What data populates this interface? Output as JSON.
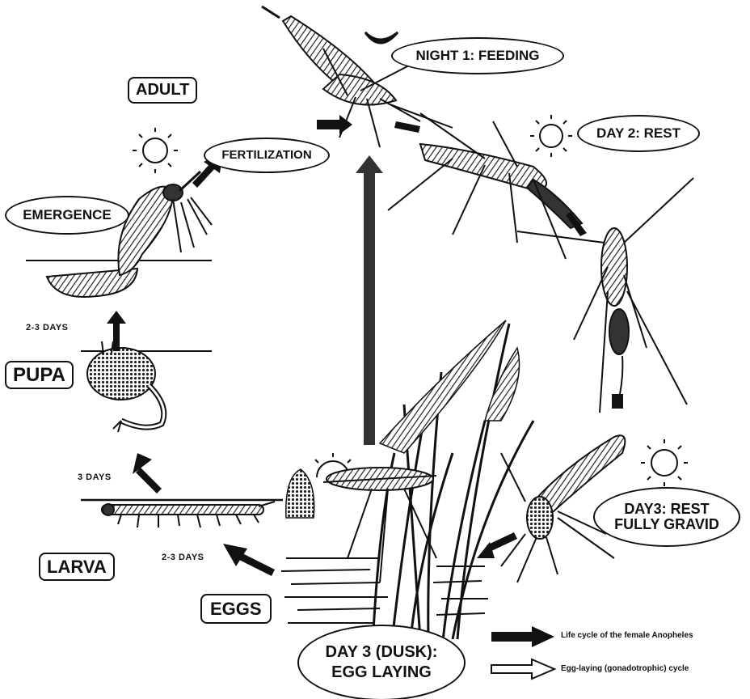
{
  "stages": {
    "adult": "ADULT",
    "pupa": "PUPA",
    "larva": "LARVA",
    "eggs": "EGGS"
  },
  "events": {
    "emergence": "EMERGENCE",
    "fertilization": "FERTILIZATION",
    "night1": "NIGHT 1: FEEDING",
    "day2": "DAY 2: REST",
    "day3_line1": "DAY3: REST",
    "day3_line2": "FULLY GRAVID",
    "dusk_line1": "DAY 3 (DUSK):",
    "dusk_line2": "EGG LAYING"
  },
  "durations": {
    "pupa_to_adult": "2-3  DAYS",
    "larva_to_pupa": "3  DAYS",
    "eggs_to_larva": "2-3  DAYS"
  },
  "legend": {
    "life_cycle": "Life cycle of the female Anopheles",
    "egg_laying": "Egg-laying (gonadotrophic) cycle"
  },
  "colors": {
    "ink": "#111111",
    "paper": "#ffffff"
  }
}
